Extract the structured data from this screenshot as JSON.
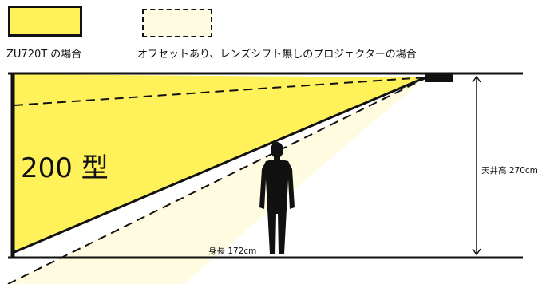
{
  "legend": {
    "solid": {
      "label": "ZU720T の場合",
      "fill": "#fff15a"
    },
    "dashed": {
      "label": "オフセットあり、レンズシフト無しのプロジェクターの場合",
      "fill": "#fffbe0"
    }
  },
  "diagram": {
    "screen_size_label": "200 型",
    "ceiling_height_label": "天井高 270cm",
    "person_height_label": "身長 172cm",
    "colors": {
      "solid_fill": "#fff15a",
      "dashed_fill": "#fffbe0",
      "line": "#111111",
      "projector": "#111111"
    },
    "icons": [
      "projector-icon",
      "person-silhouette-icon",
      "height-arrow-icon"
    ]
  }
}
